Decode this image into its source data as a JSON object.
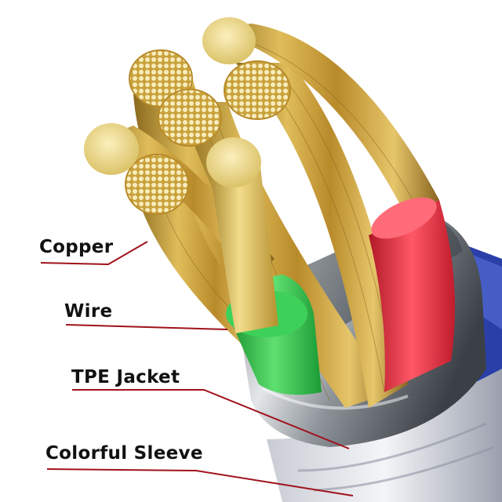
{
  "labels": {
    "copper": "Copper",
    "wire": "Wire",
    "tpe_jacket": "TPE Jacket",
    "colorful_sleeve": "Colorful Sleeve"
  },
  "colors": {
    "copper_gold": "#c9a23c",
    "strand_tip": "#f3e4a0",
    "red_insulation": "#e23040",
    "green_insulation": "#2cc24a",
    "jacket_silver": "#9aa0a6",
    "sleeve_blue": "#2a3fa8",
    "leader_line": "#a0121c",
    "label_text": "#111111"
  }
}
